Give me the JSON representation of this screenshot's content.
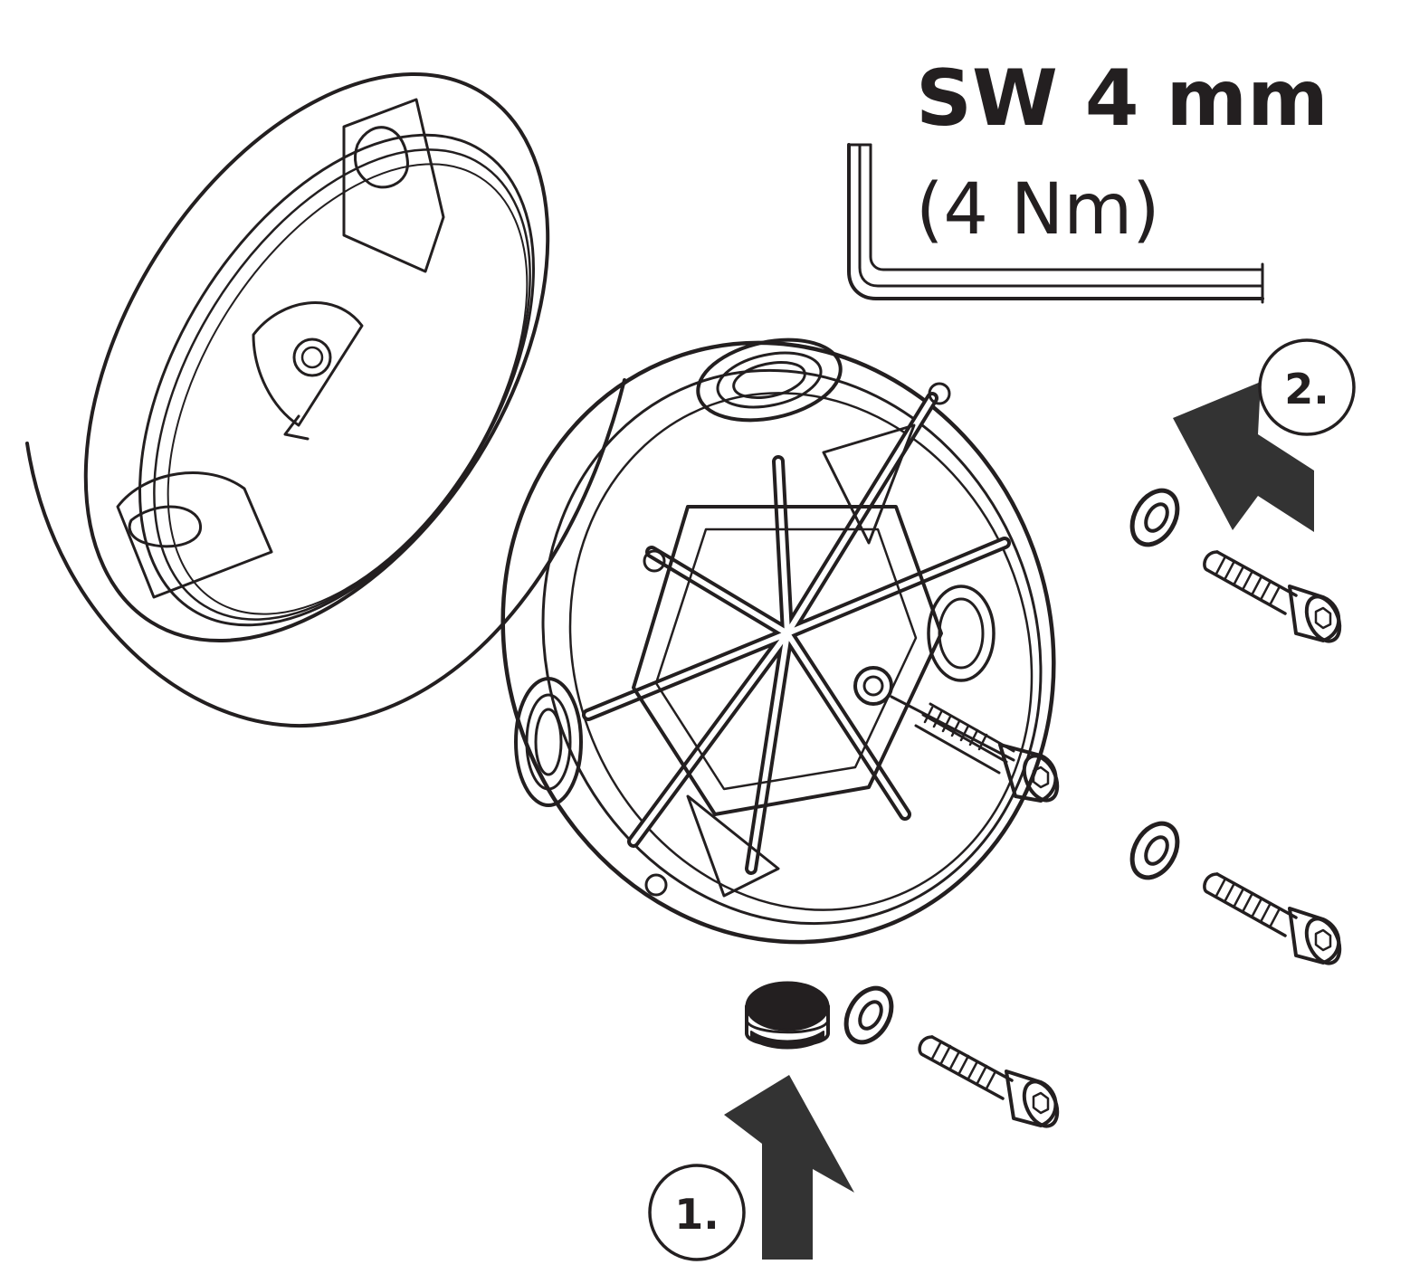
{
  "spec": {
    "wrench_size": "SW 4 mm",
    "torque": "(4 Nm)"
  },
  "steps": [
    {
      "label": "1."
    },
    {
      "label": "2."
    }
  ],
  "colors": {
    "line": "#231f20",
    "arrow_fill": "#333333",
    "background": "#ffffff"
  },
  "icons": {
    "wrench": "hex-key-icon",
    "ring": "mounting-ring",
    "base": "mounting-base-plate",
    "screw": "socket-head-screw-icon",
    "washer": "washer-icon",
    "plug": "oval-plug-icon",
    "arrow": "insert-direction-arrow"
  }
}
